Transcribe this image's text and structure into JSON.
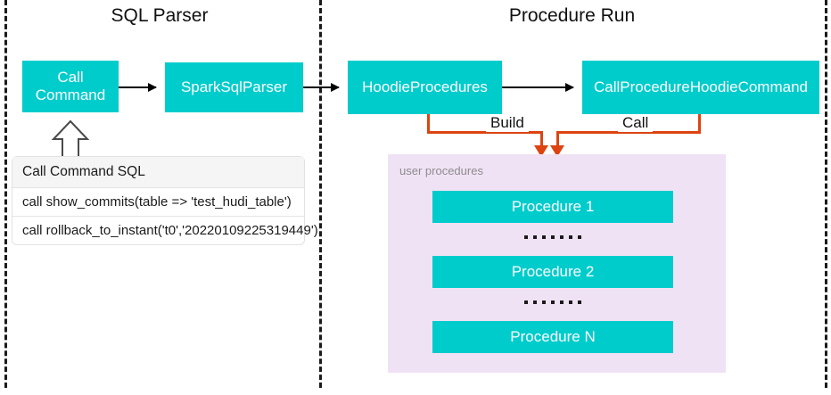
{
  "sections": {
    "left": {
      "title": "SQL Parser"
    },
    "right": {
      "title": "Procedure Run"
    }
  },
  "nodes": {
    "call_command": "Call\nCommand",
    "call_command_line1": "Call",
    "call_command_line2": "Command",
    "spark_sql_parser": "SparkSqlParser",
    "hoodie_procedures": "HoodieProcedures",
    "call_procedure_hoodie_command": "CallProcedureHoodieCommand"
  },
  "edges": {
    "build_label": "Build",
    "call_label": "Call"
  },
  "sql_table": {
    "header": "Call Command SQL",
    "rows": [
      "call show_commits(table => 'test_hudi_table')",
      "call rollback_to_instant('t0','20220109225319449')"
    ]
  },
  "user_procedures": {
    "label": "user procedures",
    "items": [
      "Procedure 1",
      "Procedure 2",
      "Procedure N"
    ],
    "ellipsis_dot_count": 7
  },
  "colors": {
    "teal": "#00CCCC",
    "panel_purple": "#F0E2F5",
    "orange": "#DD4411",
    "divider": "#1a1a1a",
    "text_dark": "#111111",
    "label_gray": "#8d8d8d"
  }
}
